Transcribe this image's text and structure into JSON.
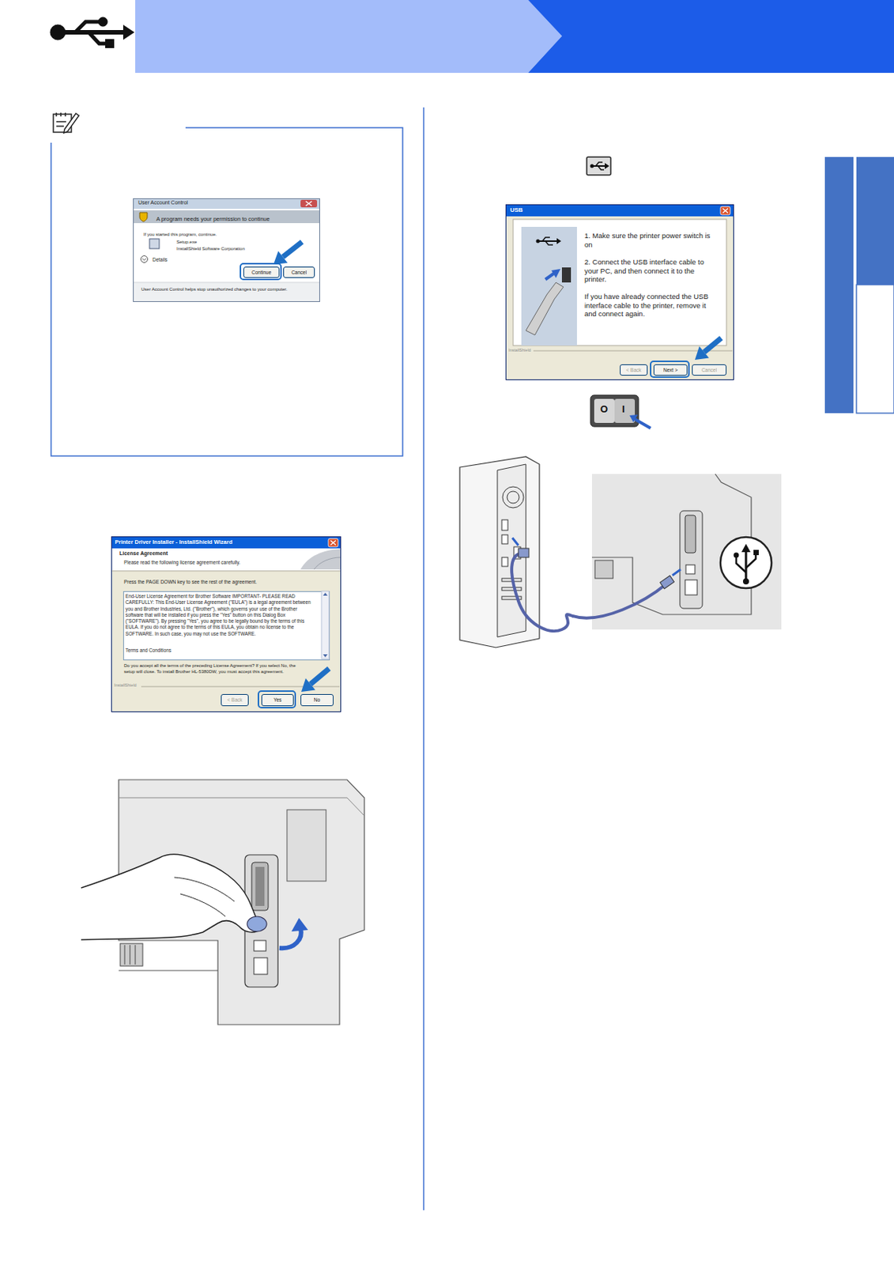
{
  "diagram": {
    "nodes": [
      {
        "text": [
          "User Account Control",
          "A program needs your permission to continue",
          "If you started this program, continue.",
          "Setup.exe",
          "InstallShield Software Corporation",
          "Details",
          "User Account Control helps stop unauthorized changes to your computer."
        ]
      },
      {
        "text": [
          "Continue"
        ],
        "in": 0
      },
      {
        "text": [
          "Cancel"
        ],
        "in": 0
      },
      {
        "text": [
          "Printer Driver Installer - InstallShield Wizard",
          "License Agreement",
          "Please read the following license agreement carefully.",
          "Press the PAGE DOWN key to see the rest of the agreement.",
          "Do you accept all the terms of the preceding License Agreement? If you select No, the setup will close. To install Brother HL-5380DW, you must accept this agreement.",
          "InstallShield"
        ]
      },
      {
        "text": [
          "End-User License Agreement for Brother Software IMPORTANT- PLEASE READ CAREFULLY: This End-User License Agreement (\"EULA\") is a legal agreement between you and Brother Industries, Ltd. (\"Brother\"), which governs your use of the Brother software that will be installed if you press the \"Yes\" button on this Dialog Box (\"SOFTWARE\"). By pressing \"Yes\", you agree to be legally bound by the terms of this EULA. If you do not agree to the terms of this EULA, you obtain no license to the SOFTWARE. In such case, you may not use the SOFTWARE.",
          "Terms and Conditions"
        ],
        "in": 3
      },
      {
        "text": [
          "< Back"
        ],
        "in": 3
      },
      {
        "text": [
          "Yes"
        ],
        "in": 3
      },
      {
        "text": [
          "No"
        ],
        "in": 3
      },
      {
        "text": [
          "USB",
          "1. Make sure the printer power switch is on",
          "2. Connect the USB interface cable to your PC, and then connect it to the printer.",
          "If you have already connected the USB interface cable to the printer, remove it and connect again.",
          "InstallShield"
        ]
      },
      {
        "text": [
          "< Back"
        ],
        "in": 8
      },
      {
        "text": [
          "Next >"
        ],
        "in": 8
      },
      {
        "text": [
          "Cancel"
        ],
        "in": 8
      }
    ],
    "labels": [
      "O",
      "I"
    ]
  }
}
